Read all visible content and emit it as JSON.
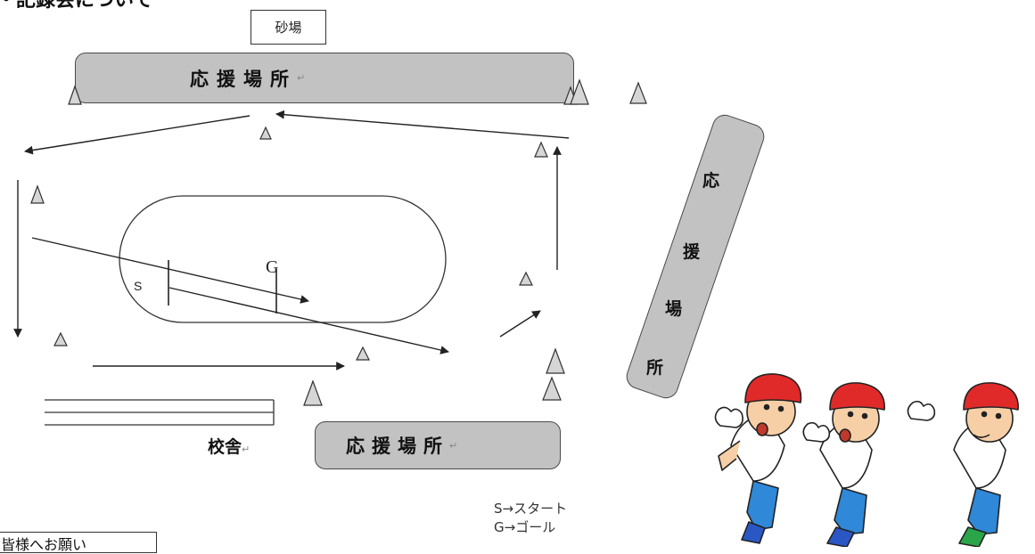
{
  "diagram": {
    "partial_heading": "・記録会について",
    "sandbox_label": "砂場",
    "cheer_area_label": "応援場所",
    "cheer_right_chars": [
      "応",
      "援",
      "場",
      "所"
    ],
    "school_label": "校舎",
    "start_mark": "S",
    "goal_mark": "G",
    "legend": {
      "start": "S→スタート",
      "goal": "G→ゴール"
    },
    "notice": "皆様へお願い"
  },
  "colors": {
    "cheer_fill": "#c2c2c2",
    "line": "#222222",
    "cone_fill": "#d6d6d6",
    "shirt": "#ffffff",
    "cap": "#e02a2a",
    "shorts": "#2f88d8"
  }
}
